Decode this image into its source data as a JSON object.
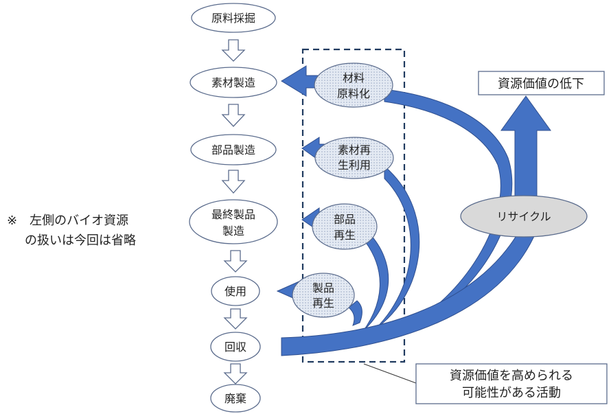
{
  "stages": [
    "原料採掘",
    "素材製造",
    "部品製造",
    "最終製品",
    "製造",
    "使用",
    "回収",
    "廃棄"
  ],
  "recycle_bubbles": [
    [
      "材料",
      "原料化"
    ],
    [
      "素材再",
      "生利用"
    ],
    [
      "部品",
      "再生"
    ],
    [
      "製品",
      "再生"
    ]
  ],
  "recycle_label": "リサイクル",
  "value_down_label": "資源価値の低下",
  "activity_note": [
    "資源価値を高められる",
    "可能性がある活動"
  ],
  "side_note": [
    "※　左側のバイオ資源",
    "の扱いは今回は省略"
  ],
  "colors": {
    "arrow_blue": "#4472C4",
    "arrow_dark": "#2F4F8F",
    "bubble_fill": "#DCE3EE",
    "recycle_fill": "#D9D9D9",
    "dash": "#1F3A5F",
    "node_stroke": "#5A6B8C"
  }
}
